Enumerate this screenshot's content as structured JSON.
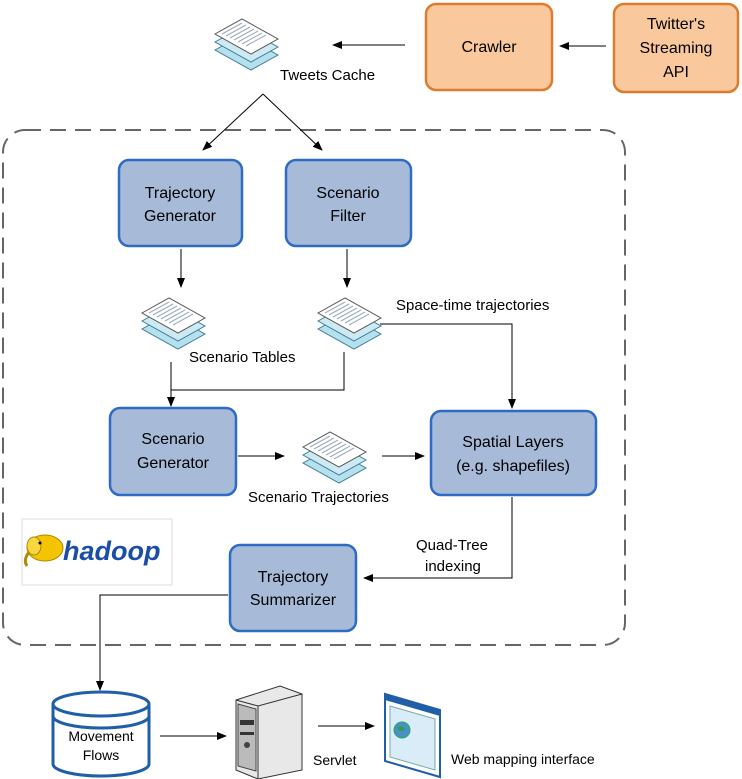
{
  "nodes": {
    "twitter_api": [
      "Twitter's",
      "Streaming",
      "API"
    ],
    "crawler": [
      "Crawler"
    ],
    "trajectory_generator": [
      "Trajectory",
      "Generator"
    ],
    "scenario_filter": [
      "Scenario",
      "Filter"
    ],
    "scenario_generator": [
      "Scenario",
      "Generator"
    ],
    "spatial_layers": [
      "Spatial Layers",
      "(e.g. shapefiles)"
    ],
    "trajectory_summarizer": [
      "Trajectory",
      "Summarizer"
    ],
    "movement_flows": [
      "Movement",
      "Flows"
    ]
  },
  "labels": {
    "tweets_cache": "Tweets Cache",
    "scenario_tables": "Scenario Tables",
    "space_time_trajectories": "Space-time trajectories",
    "scenario_trajectories": "Scenario Trajectories",
    "quad_tree": [
      "Quad-Tree",
      "indexing"
    ],
    "servlet": "Servlet",
    "web_mapping_interface": "Web mapping interface",
    "hadoop_logo": "hadoop"
  },
  "colors": {
    "orange_fill": "#f9c99d",
    "orange_stroke": "#e07b2e",
    "blue_fill": "#a7bbd8",
    "blue_stroke": "#2d6bc4",
    "doc_fill": "#c8e6f0",
    "doc_stroke": "#3a7fa0"
  }
}
